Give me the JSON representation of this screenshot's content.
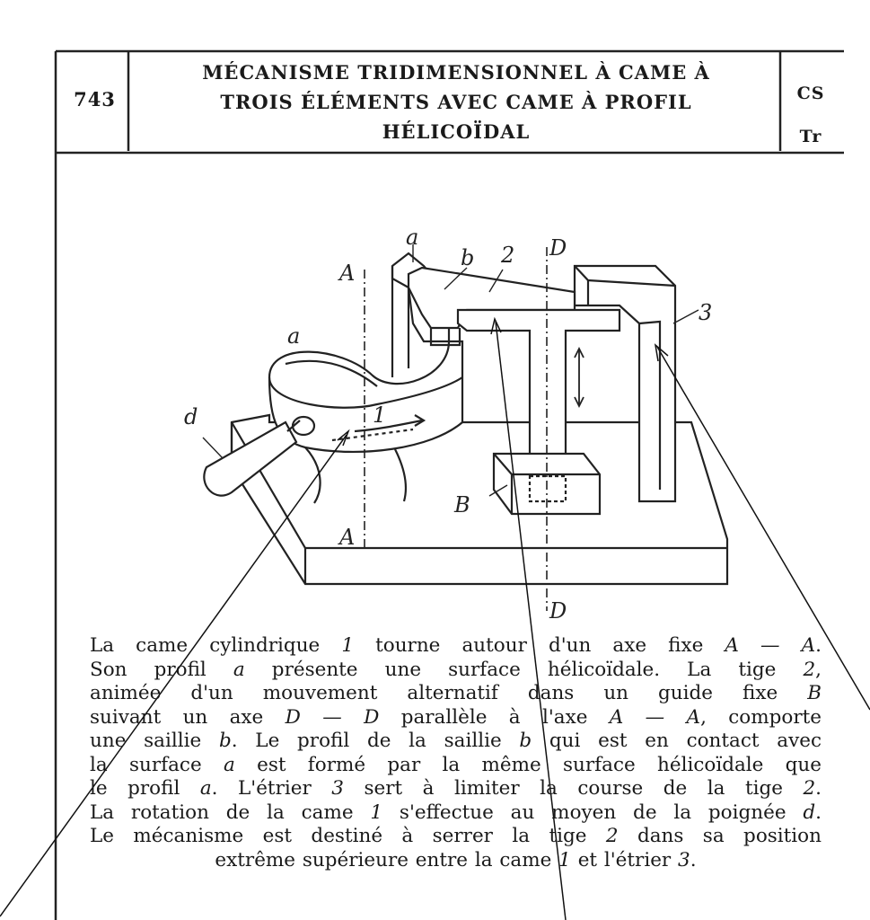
{
  "header": {
    "number": "743",
    "title_lines": [
      "MÉCANISME TRIDIMENSIONNEL À CAME À",
      "TROIS ÉLÉMENTS AVEC CAME À PROFIL",
      "HÉLICOÏDAL"
    ],
    "codes": [
      "CS",
      "Tr"
    ]
  },
  "figure": {
    "labels": {
      "a_top": "a",
      "a_left": "a",
      "b": "b",
      "two": "2",
      "three": "3",
      "one": "1",
      "d": "d",
      "A_top": "A",
      "A_bottom": "A",
      "D_top": "D",
      "D_bottom": "D",
      "B": "B"
    }
  },
  "description": {
    "lines": [
      [
        "La came cylindrique ",
        "1",
        " tourne autour d'un axe fixe ",
        "A — A",
        "."
      ],
      [
        "Son profil ",
        "a",
        " présente une surface hélicoïdale. La tige ",
        "2",
        ","
      ],
      [
        "animée d'un mouvement alternatif dans un guide fixe ",
        "B",
        ""
      ],
      [
        "suivant un axe ",
        "D — D",
        " parallèle à l'axe ",
        "A — A",
        ", comporte"
      ],
      [
        "une saillie ",
        "b",
        ". Le profil de la saillie ",
        "b",
        " qui est en contact avec"
      ],
      [
        "la surface ",
        "a",
        " est formé par la même surface hélicoïdale que"
      ],
      [
        "le profil ",
        "a",
        ". L'étrier ",
        "3",
        " sert à limiter la course de la tige ",
        "2",
        "."
      ],
      [
        "La rotation de la came ",
        "1",
        " s'effectue au moyen de la poignée ",
        "d",
        "."
      ],
      [
        "Le mécanisme est destiné à serrer la tige ",
        "2",
        " dans sa position"
      ],
      [
        "extrême supérieure entre la came ",
        "1",
        " et l'étrier ",
        "3",
        "."
      ]
    ]
  }
}
